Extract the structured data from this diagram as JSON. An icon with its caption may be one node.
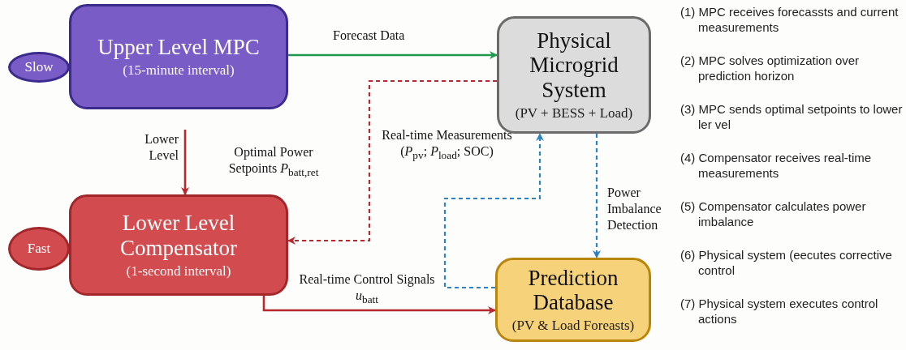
{
  "diagram": {
    "nodes": [
      {
        "text": [
          "Slow"
        ]
      },
      {
        "text": [
          "Upper Level MPC",
          "(15-minute interval)"
        ]
      },
      {
        "text": [
          "Physical Microgrid System",
          "(PV + BESS + Load)"
        ]
      },
      {
        "text": [
          "Fast"
        ]
      },
      {
        "text": [
          "Lower Level Compensator",
          "(1-second interval)"
        ]
      },
      {
        "text": [
          "Prediction Database",
          "(PV & Load Foreasts)"
        ]
      }
    ],
    "edges": [
      {
        "from": 1,
        "to": 2,
        "arrow": "to",
        "label": "Forecast Data",
        "color": "#1f9a4c"
      },
      {
        "from": 2,
        "to": 4,
        "arrow": "to",
        "style": "dashed"
      },
      {
        "from": null,
        "to": 4,
        "arrow": "to",
        "label": "Lower Level"
      },
      {
        "from": 4,
        "to": 5,
        "arrow": "to",
        "label": "Real-time Control Signals *u*$_{batt}$"
      },
      {
        "from": 5,
        "to": 2,
        "arrow": "to",
        "style": "dashed",
        "color": "#2b83c6"
      },
      {
        "from": 2,
        "to": 5,
        "arrow": "to",
        "style": "dashed",
        "label": "Power Imbalance Detection",
        "color": "#2b83c6"
      }
    ],
    "labels": [
      "Optimal Power Setpoints *P*$_{batt,ret}$",
      "Real-time Measurements (*P*$_{pv}$; *P*$_{load}$; SOC)",
      "(1) MPC receives forecassts and current measurements",
      "(2) MPC solves optimization over prediction horizon",
      "(3) MPC sends optimal setpoints to lower ler vel",
      "(4) Compensator receives real-time measurements",
      "(5) Compensator calculates power imbalance",
      "(6) Physical system (eecutes corrective control",
      "(7) Physical system executes control actions"
    ]
  }
}
